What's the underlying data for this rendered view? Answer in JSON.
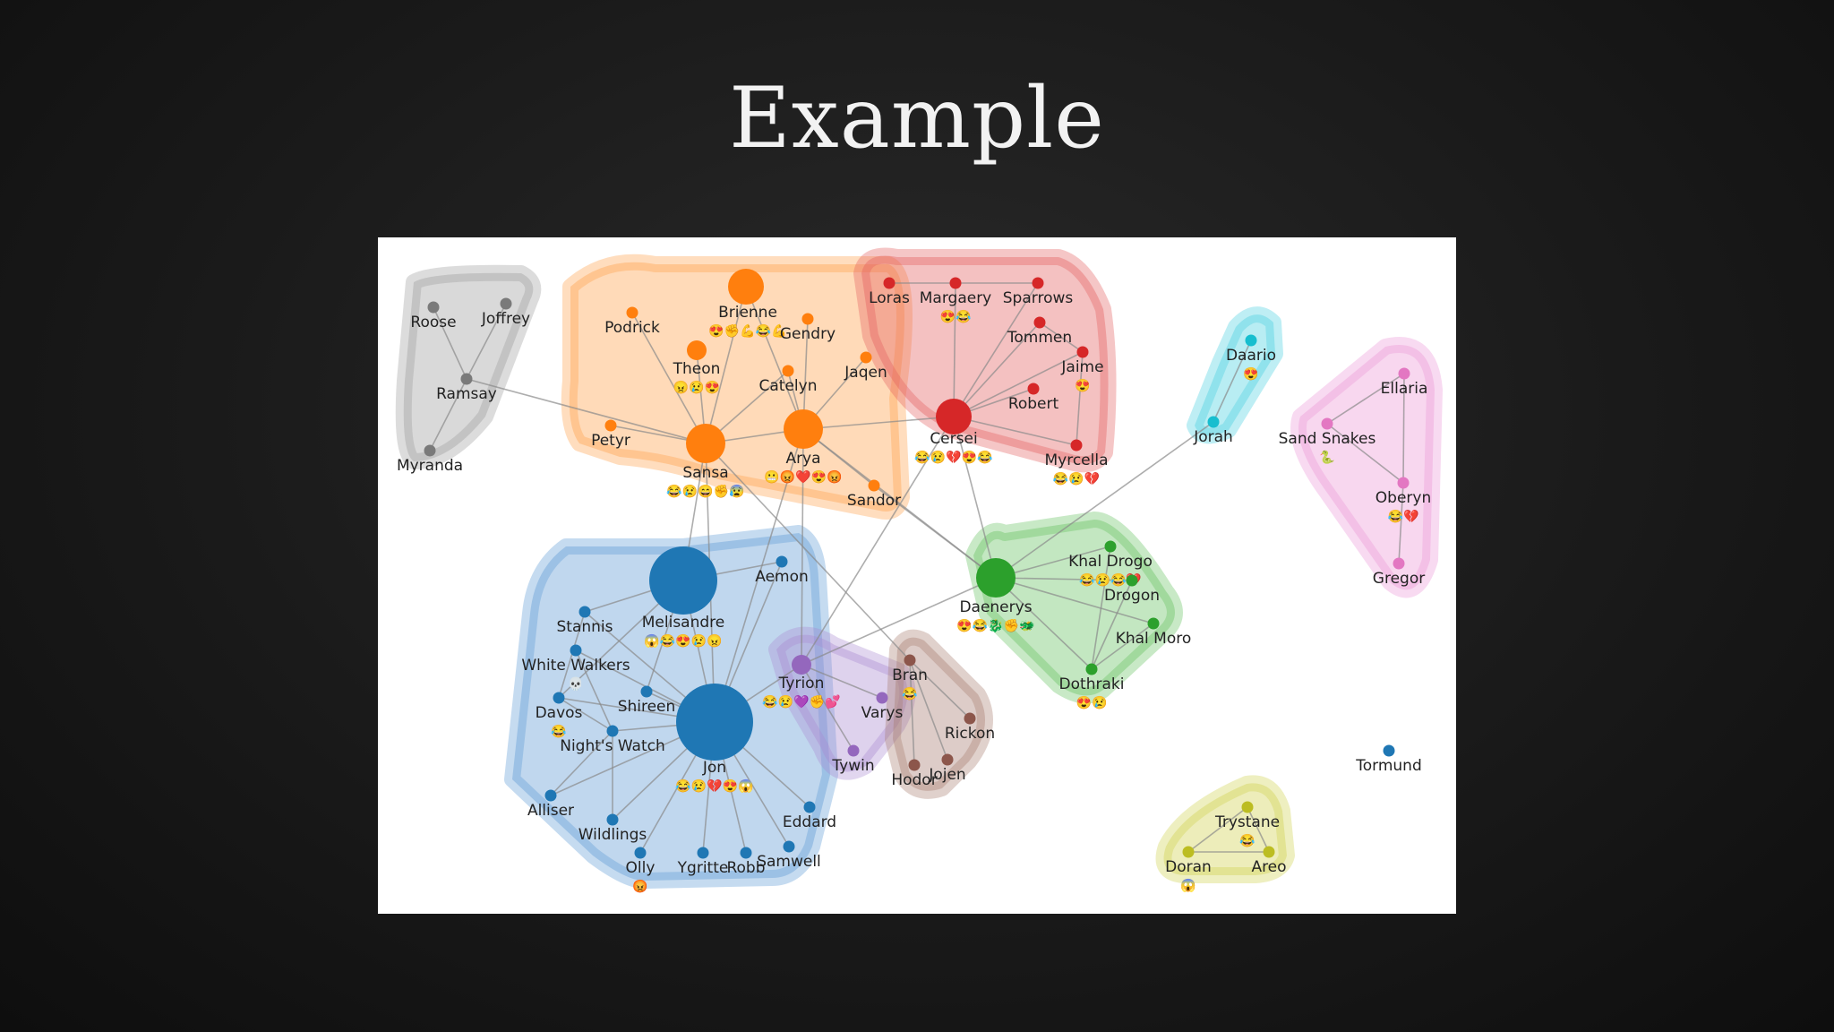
{
  "slide": {
    "title": "Example"
  },
  "colors": {
    "gray": "#7a7a7a",
    "orange": "#ff7f0e",
    "red": "#d62728",
    "cyan": "#17becf",
    "pink": "#e377c2",
    "green": "#2ca02c",
    "blue": "#1f77b4",
    "purple": "#9467bd",
    "brown": "#8c564b",
    "olive": "#bcbd22"
  },
  "clusters": [
    {
      "id": "gray",
      "color": "#9a9a9a"
    },
    {
      "id": "orange",
      "color": "#ff9f45"
    },
    {
      "id": "red",
      "color": "#e35d5d"
    },
    {
      "id": "cyan",
      "color": "#45cfe0"
    },
    {
      "id": "pink",
      "color": "#ec95d6"
    },
    {
      "id": "blue",
      "color": "#5a97d3"
    },
    {
      "id": "green",
      "color": "#62bf5c"
    },
    {
      "id": "purple",
      "color": "#a889d0"
    },
    {
      "id": "brown",
      "color": "#a57a6e"
    },
    {
      "id": "olive",
      "color": "#cfd04a"
    }
  ],
  "nodes": [
    {
      "id": "Roose",
      "group": "gray",
      "size": "small",
      "emoji": ""
    },
    {
      "id": "Joffrey",
      "group": "gray",
      "size": "small",
      "emoji": ""
    },
    {
      "id": "Ramsay",
      "group": "gray",
      "size": "small",
      "emoji": ""
    },
    {
      "id": "Myranda",
      "group": "gray",
      "size": "small",
      "emoji": ""
    },
    {
      "id": "Brienne",
      "group": "orange",
      "size": "large",
      "emoji": "😍✊💪😂💪"
    },
    {
      "id": "Podrick",
      "group": "orange",
      "size": "small",
      "emoji": ""
    },
    {
      "id": "Gendry",
      "group": "orange",
      "size": "small",
      "emoji": ""
    },
    {
      "id": "Theon",
      "group": "orange",
      "size": "medium",
      "emoji": "😠😢😍"
    },
    {
      "id": "Jaqen",
      "group": "orange",
      "size": "small",
      "emoji": ""
    },
    {
      "id": "Catelyn",
      "group": "orange",
      "size": "small",
      "emoji": ""
    },
    {
      "id": "Petyr",
      "group": "orange",
      "size": "small",
      "emoji": ""
    },
    {
      "id": "Sansa",
      "group": "orange",
      "size": "xlarge",
      "emoji": "😂😢😄✊😰"
    },
    {
      "id": "Arya",
      "group": "orange",
      "size": "xlarge",
      "emoji": "😬😡❤️😍😡"
    },
    {
      "id": "Sandor",
      "group": "orange",
      "size": "small",
      "emoji": ""
    },
    {
      "id": "Loras",
      "group": "red",
      "size": "small",
      "emoji": ""
    },
    {
      "id": "Margaery",
      "group": "red",
      "size": "small",
      "emoji": "😍😂"
    },
    {
      "id": "Sparrows",
      "group": "red",
      "size": "small",
      "emoji": ""
    },
    {
      "id": "Tommen",
      "group": "red",
      "size": "small",
      "emoji": ""
    },
    {
      "id": "Jaime",
      "group": "red",
      "size": "small",
      "emoji": "😍"
    },
    {
      "id": "Robert",
      "group": "red",
      "size": "small",
      "emoji": ""
    },
    {
      "id": "Cersei",
      "group": "red",
      "size": "large",
      "emoji": "😂😢💔😍😂"
    },
    {
      "id": "Myrcella",
      "group": "red",
      "size": "small",
      "emoji": "😂😢💔"
    },
    {
      "id": "Daario",
      "group": "cyan",
      "size": "small",
      "emoji": "😍"
    },
    {
      "id": "Jorah",
      "group": "cyan",
      "size": "small",
      "emoji": ""
    },
    {
      "id": "Ellaria",
      "group": "pink",
      "size": "small",
      "emoji": ""
    },
    {
      "id": "Sand Snakes",
      "group": "pink",
      "size": "small",
      "emoji": "🐍"
    },
    {
      "id": "Oberyn",
      "group": "pink",
      "size": "small",
      "emoji": "😂💔"
    },
    {
      "id": "Gregor",
      "group": "pink",
      "size": "small",
      "emoji": ""
    },
    {
      "id": "Aemon",
      "group": "blue",
      "size": "small",
      "emoji": ""
    },
    {
      "id": "Melisandre",
      "group": "blue",
      "size": "huge",
      "emoji": "😱😂😍😢😠"
    },
    {
      "id": "Stannis",
      "group": "blue",
      "size": "small",
      "emoji": ""
    },
    {
      "id": "White Walkers",
      "group": "blue",
      "size": "small",
      "emoji": "💀"
    },
    {
      "id": "Shireen",
      "group": "blue",
      "size": "small",
      "emoji": ""
    },
    {
      "id": "Davos",
      "group": "blue",
      "size": "small",
      "emoji": "😂"
    },
    {
      "id": "Night's Watch",
      "group": "blue",
      "size": "small",
      "emoji": ""
    },
    {
      "id": "Jon",
      "group": "blue",
      "size": "giant",
      "emoji": "😂😢💔😍😱"
    },
    {
      "id": "Alliser",
      "group": "blue",
      "size": "small",
      "emoji": ""
    },
    {
      "id": "Wildlings",
      "group": "blue",
      "size": "small",
      "emoji": ""
    },
    {
      "id": "Eddard",
      "group": "blue",
      "size": "small",
      "emoji": ""
    },
    {
      "id": "Olly",
      "group": "blue",
      "size": "small",
      "emoji": "😡"
    },
    {
      "id": "Ygritte",
      "group": "blue",
      "size": "small",
      "emoji": ""
    },
    {
      "id": "Robb",
      "group": "blue",
      "size": "small",
      "emoji": ""
    },
    {
      "id": "Samwell",
      "group": "blue",
      "size": "small",
      "emoji": ""
    },
    {
      "id": "Tormund",
      "group": "blue",
      "size": "small",
      "emoji": ""
    },
    {
      "id": "Khal Drogo",
      "group": "green",
      "size": "small",
      "emoji": "😂😢😂💔"
    },
    {
      "id": "Drogon",
      "group": "green",
      "size": "small",
      "emoji": ""
    },
    {
      "id": "Daenerys",
      "group": "green",
      "size": "xlarge",
      "emoji": "😍😂🐉✊🐲"
    },
    {
      "id": "Khal Moro",
      "group": "green",
      "size": "small",
      "emoji": ""
    },
    {
      "id": "Dothraki",
      "group": "green",
      "size": "small",
      "emoji": "😍😢"
    },
    {
      "id": "Tyrion",
      "group": "purple",
      "size": "medium",
      "emoji": "😂😢💜✊💕"
    },
    {
      "id": "Varys",
      "group": "purple",
      "size": "small",
      "emoji": ""
    },
    {
      "id": "Tywin",
      "group": "purple",
      "size": "small",
      "emoji": ""
    },
    {
      "id": "Bran",
      "group": "brown",
      "size": "small",
      "emoji": "😂"
    },
    {
      "id": "Rickon",
      "group": "brown",
      "size": "small",
      "emoji": ""
    },
    {
      "id": "Hodor",
      "group": "brown",
      "size": "small",
      "emoji": ""
    },
    {
      "id": "Jojen",
      "group": "brown",
      "size": "small",
      "emoji": ""
    },
    {
      "id": "Trystane",
      "group": "olive",
      "size": "small",
      "emoji": "😂"
    },
    {
      "id": "Doran",
      "group": "olive",
      "size": "small",
      "emoji": "😱"
    },
    {
      "id": "Areo",
      "group": "olive",
      "size": "small",
      "emoji": ""
    }
  ],
  "edges": [
    [
      "Roose",
      "Ramsay"
    ],
    [
      "Joffrey",
      "Ramsay"
    ],
    [
      "Ramsay",
      "Myranda"
    ],
    [
      "Ramsay",
      "Sansa"
    ],
    [
      "Brienne",
      "Sansa"
    ],
    [
      "Brienne",
      "Arya"
    ],
    [
      "Theon",
      "Sansa"
    ],
    [
      "Podrick",
      "Sansa"
    ],
    [
      "Gendry",
      "Arya"
    ],
    [
      "Catelyn",
      "Sansa"
    ],
    [
      "Catelyn",
      "Arya"
    ],
    [
      "Jaqen",
      "Arya"
    ],
    [
      "Petyr",
      "Sansa"
    ],
    [
      "Sansa",
      "Arya"
    ],
    [
      "Arya",
      "Sandor"
    ],
    [
      "Arya",
      "Cersei"
    ],
    [
      "Sandor",
      "Daenerys"
    ],
    [
      "Loras",
      "Margaery"
    ],
    [
      "Margaery",
      "Sparrows"
    ],
    [
      "Margaery",
      "Cersei"
    ],
    [
      "Sparrows",
      "Cersei"
    ],
    [
      "Tommen",
      "Cersei"
    ],
    [
      "Jaime",
      "Cersei"
    ],
    [
      "Robert",
      "Cersei"
    ],
    [
      "Myrcella",
      "Cersei"
    ],
    [
      "Jaime",
      "Myrcella"
    ],
    [
      "Jaime",
      "Tommen"
    ],
    [
      "Daario",
      "Jorah"
    ],
    [
      "Jorah",
      "Daenerys"
    ],
    [
      "Ellaria",
      "Oberyn"
    ],
    [
      "Sand Snakes",
      "Oberyn"
    ],
    [
      "Oberyn",
      "Gregor"
    ],
    [
      "Ellaria",
      "Sand Snakes"
    ],
    [
      "Melisandre",
      "Jon"
    ],
    [
      "Melisandre",
      "Stannis"
    ],
    [
      "Melisandre",
      "Davos"
    ],
    [
      "Melisandre",
      "Shireen"
    ],
    [
      "Melisandre",
      "Aemon"
    ],
    [
      "Melisandre",
      "Sansa"
    ],
    [
      "Jon",
      "Stannis"
    ],
    [
      "Jon",
      "White Walkers"
    ],
    [
      "Jon",
      "Davos"
    ],
    [
      "Jon",
      "Night's Watch"
    ],
    [
      "Jon",
      "Shireen"
    ],
    [
      "Jon",
      "Alliser"
    ],
    [
      "Jon",
      "Wildlings"
    ],
    [
      "Jon",
      "Olly"
    ],
    [
      "Jon",
      "Ygritte"
    ],
    [
      "Jon",
      "Robb"
    ],
    [
      "Jon",
      "Samwell"
    ],
    [
      "Jon",
      "Eddard"
    ],
    [
      "Jon",
      "Sansa"
    ],
    [
      "Jon",
      "Arya"
    ],
    [
      "Jon",
      "Aemon"
    ],
    [
      "Davos",
      "Stannis"
    ],
    [
      "Davos",
      "Night's Watch"
    ],
    [
      "White Walkers",
      "Night's Watch"
    ],
    [
      "Alliser",
      "Night's Watch"
    ],
    [
      "Wildlings",
      "Night's Watch"
    ],
    [
      "Daenerys",
      "Khal Drogo"
    ],
    [
      "Daenerys",
      "Drogon"
    ],
    [
      "Daenerys",
      "Khal Moro"
    ],
    [
      "Daenerys",
      "Dothraki"
    ],
    [
      "Khal Drogo",
      "Dothraki"
    ],
    [
      "Drogon",
      "Dothraki"
    ],
    [
      "Khal Moro",
      "Dothraki"
    ],
    [
      "Daenerys",
      "Tyrion"
    ],
    [
      "Daenerys",
      "Cersei"
    ],
    [
      "Daenerys",
      "Arya"
    ],
    [
      "Tyrion",
      "Varys"
    ],
    [
      "Tyrion",
      "Tywin"
    ],
    [
      "Tyrion",
      "Jon"
    ],
    [
      "Tyrion",
      "Cersei"
    ],
    [
      "Tyrion",
      "Arya"
    ],
    [
      "Bran",
      "Rickon"
    ],
    [
      "Bran",
      "Hodor"
    ],
    [
      "Bran",
      "Jojen"
    ],
    [
      "Bran",
      "Sansa"
    ],
    [
      "Trystane",
      "Doran"
    ],
    [
      "Trystane",
      "Areo"
    ],
    [
      "Doran",
      "Areo"
    ]
  ]
}
